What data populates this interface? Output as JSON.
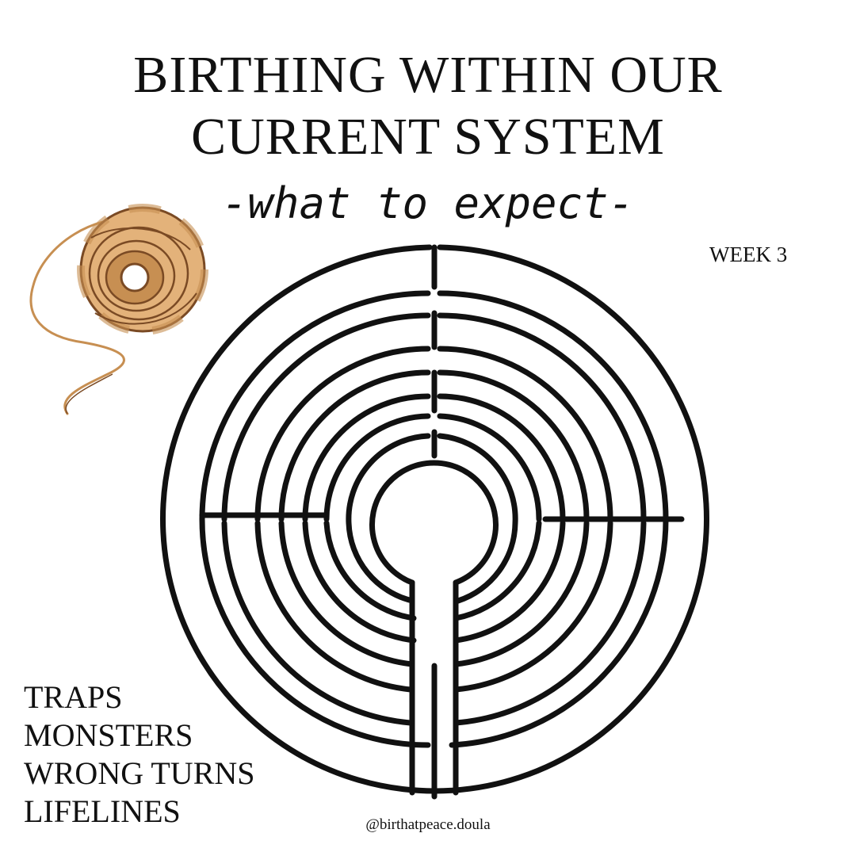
{
  "title_lines": [
    "BIRTHING WITHIN OUR",
    "CURRENT SYSTEM"
  ],
  "subtitle": "-what to expect-",
  "week": "WEEK 3",
  "terms": [
    "TRAPS",
    "MONSTERS",
    "WRONG TURNS",
    "LIFELINES"
  ],
  "handle": "@birthatpeace.doula",
  "colors": {
    "text": "#111111",
    "maze_line": "#111111",
    "yarn_fill": "#e3b27a",
    "yarn_shadow": "#c78f52",
    "yarn_line": "#7a4a24"
  },
  "icons": [
    "yarn-ball-icon",
    "labyrinth-maze"
  ]
}
